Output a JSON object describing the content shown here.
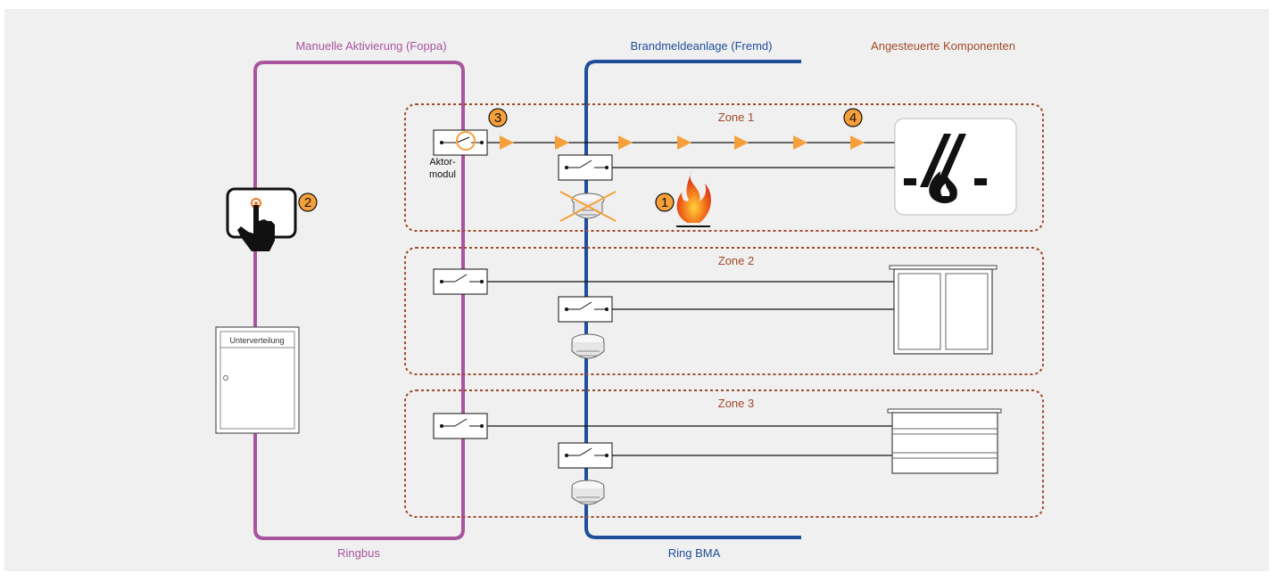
{
  "headers": {
    "manual": "Manuelle Aktivierung (Foppa)",
    "bma": "Brandmeldeanlage (Fremd)",
    "components": "Angesteuerte Komponenten"
  },
  "footers": {
    "ringbus": "Ringbus",
    "ring_bma": "Ring BMA"
  },
  "zones": [
    {
      "label": "Zone 1",
      "component_icon": "fire-damper-icon"
    },
    {
      "label": "Zone 2",
      "component_icon": "fire-door-icon"
    },
    {
      "label": "Zone 3",
      "component_icon": "roller-shutter-icon"
    }
  ],
  "actuator_label_line1": "Aktor-",
  "actuator_label_line2": "modul",
  "cabinet_label": "Unterverteilung",
  "steps": [
    "1",
    "2",
    "3",
    "4"
  ],
  "colors": {
    "ringbus": "#a8559e",
    "bma": "#1f4e9a",
    "zone_border": "#a04a2a",
    "arrow": "#f5a03a",
    "flame": "#e8401c",
    "panel_bg": "#f0f0f0"
  }
}
